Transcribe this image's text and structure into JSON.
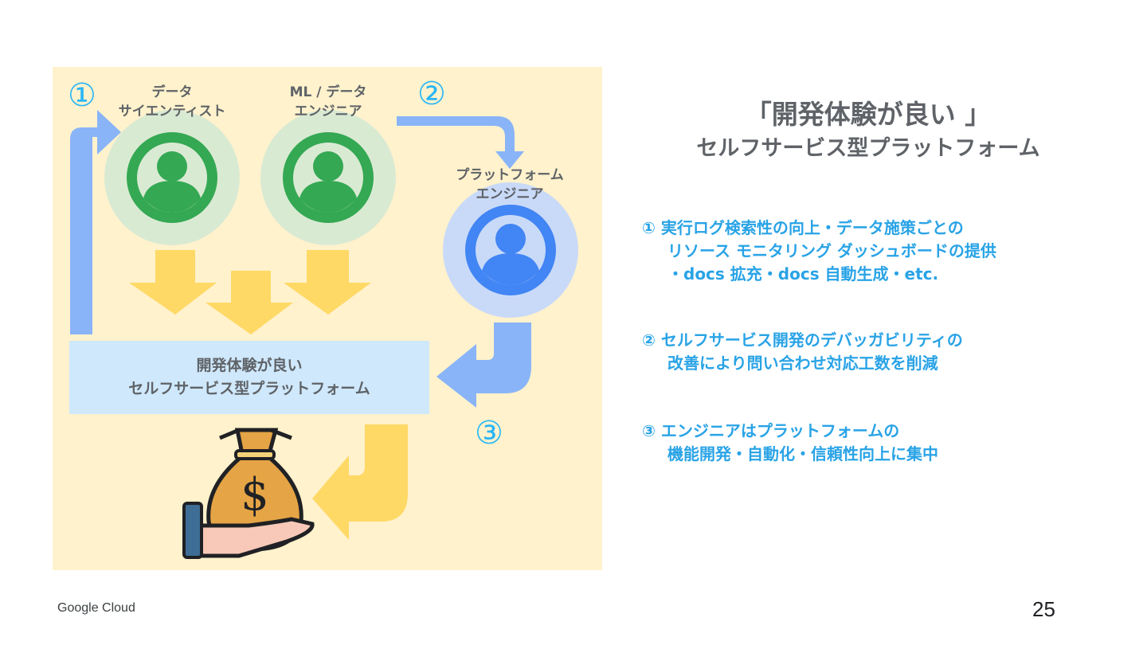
{
  "diagram": {
    "roles": {
      "data_scientist": [
        "データ",
        "サイエンティスト"
      ],
      "ml_engineer": [
        "ML / データ",
        "エンジニア"
      ],
      "platform_engineer": [
        "プラットフォーム",
        "エンジニア"
      ]
    },
    "markers": {
      "one": "①",
      "two": "②",
      "three": "③"
    },
    "platform_box": [
      "開発体験が良い",
      "セルフサービス型プラットフォーム"
    ],
    "colors": {
      "panel": "#fff2cc",
      "green": "#34a853",
      "green_bg": "#d9ead3",
      "blue": "#4285f4",
      "blue_bg": "#c9daf8",
      "arrow_blue": "#8ab4f8",
      "arrow_yellow": "#ffd966",
      "marker": "#29b6f6"
    },
    "icons": [
      "user-icon",
      "money-bag-icon"
    ]
  },
  "title": {
    "line1": "「開発体験が良い 」",
    "line2": "セルフサービス型プラットフォーム"
  },
  "points": [
    {
      "lines": [
        "① 実行ログ検索性の向上・データ施策ごとの",
        "リソース モニタリング ダッシュボードの提供",
        "・docs 拡充・docs 自動生成・etc."
      ]
    },
    {
      "lines": [
        "② セルフサービス開発のデバッガビリティの",
        "改善により問い合わせ対応工数を削減"
      ]
    },
    {
      "lines": [
        "③ エンジニアはプラットフォームの",
        "機能開発・自動化・信頼性向上に集中"
      ]
    }
  ],
  "footer": {
    "brand": "Google Cloud",
    "page": "25"
  }
}
